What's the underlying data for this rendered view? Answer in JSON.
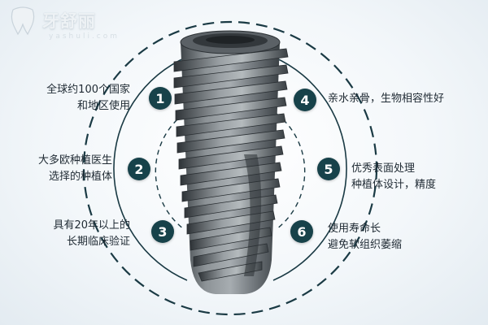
{
  "logo": {
    "name": "牙舒丽",
    "domain": "yashuli.com"
  },
  "features": [
    {
      "number": "1",
      "lines": [
        "全球约100个国家",
        "和地区使用"
      ]
    },
    {
      "number": "2",
      "lines": [
        "大多欧种植医生",
        "选择的种植体"
      ]
    },
    {
      "number": "3",
      "lines": [
        "具有20年以上的",
        "长期临床验证"
      ]
    },
    {
      "number": "4",
      "lines": [
        "亲水亲骨，生物相容性好"
      ]
    },
    {
      "number": "5",
      "lines": [
        "优秀表面处理",
        "种植体设计，精度"
      ]
    },
    {
      "number": "6",
      "lines": [
        "使用寿命长",
        "避免软组织萎缩"
      ]
    }
  ],
  "colors": {
    "badge": "#17424a",
    "ring": "#1a3a44",
    "text": "#1f2a33",
    "implant": "#6e7479"
  }
}
